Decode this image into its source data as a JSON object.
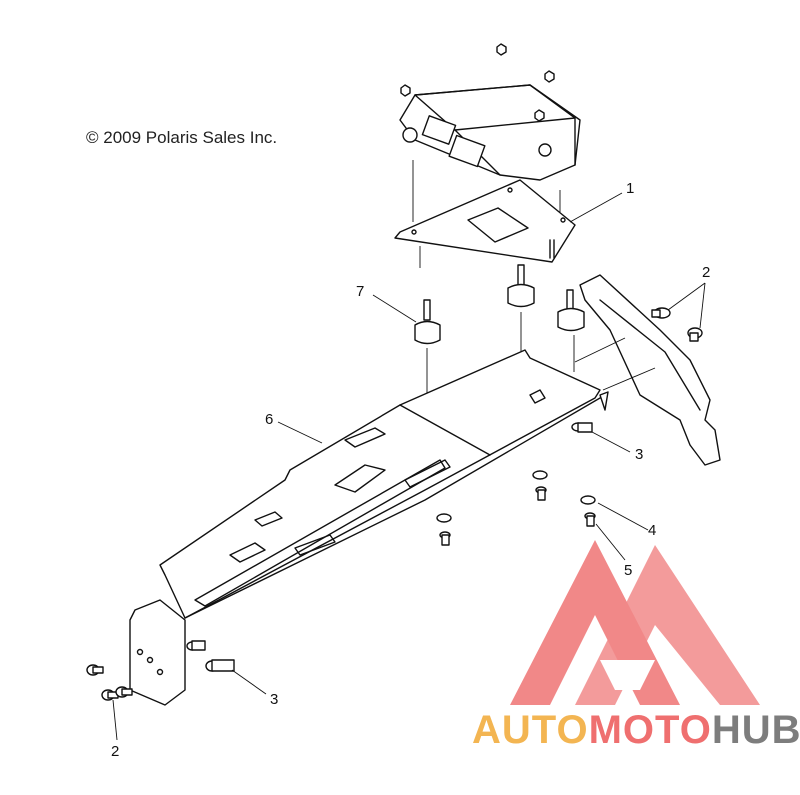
{
  "copyright": "© 2009 Polaris Sales Inc.",
  "callouts": {
    "c1": "1",
    "c2a": "2",
    "c2b": "2",
    "c3a": "3",
    "c3b": "3",
    "c4": "4",
    "c5": "5",
    "c6": "6",
    "c7": "7"
  },
  "watermark": {
    "auto": "AUTO",
    "moto": "MOTO",
    "hub": "HUB",
    "colors": {
      "triangle": "#ef6f6f",
      "auto": "#f3b552",
      "hub": "#7d7d7d"
    }
  }
}
